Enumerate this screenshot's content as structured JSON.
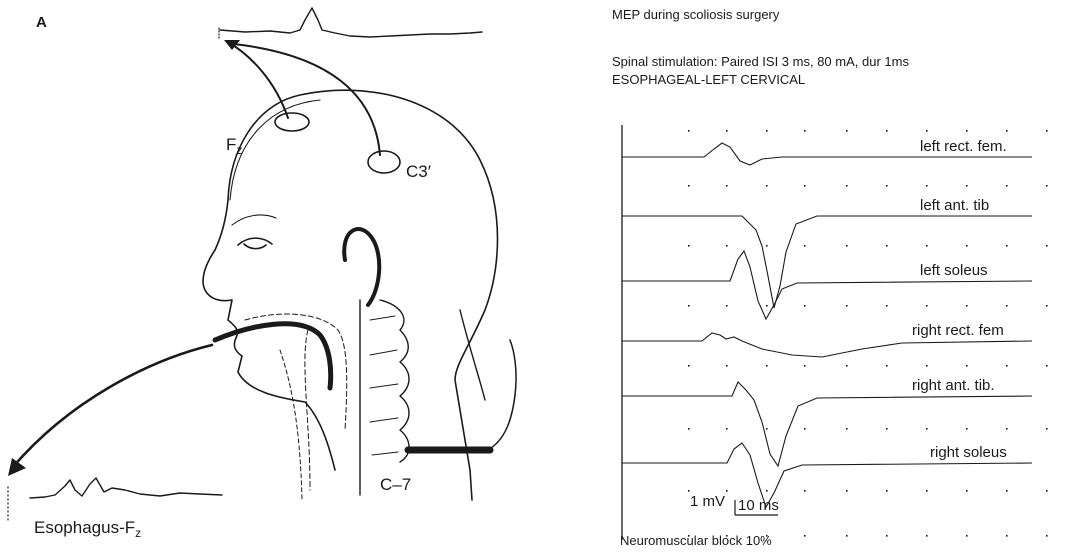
{
  "panel_a": {
    "label": "A",
    "electrodes": {
      "fz_main": "F",
      "fz_sub": "z",
      "c3": "C3′",
      "c7": "C–7"
    },
    "caption_main": "Esophagus-F",
    "caption_sub": "z"
  },
  "panel_b": {
    "title": "MEP during scoliosis surgery",
    "stim_line1": "Spinal stimulation: Paired ISI 3 ms, 80 mA, dur 1ms",
    "stim_line2": "ESOPHAGEAL-LEFT CERVICAL",
    "traces": [
      "left rect. fem.",
      "left ant. tib",
      "left soleus",
      "right rect. fem",
      "right ant. tib.",
      "right soleus"
    ],
    "scale_voltage": "1 mV",
    "scale_time": "10 ms",
    "footer": "Neuromuscular block 10%"
  },
  "colors": {
    "ink": "#1a1a1a",
    "background": "#ffffff"
  }
}
